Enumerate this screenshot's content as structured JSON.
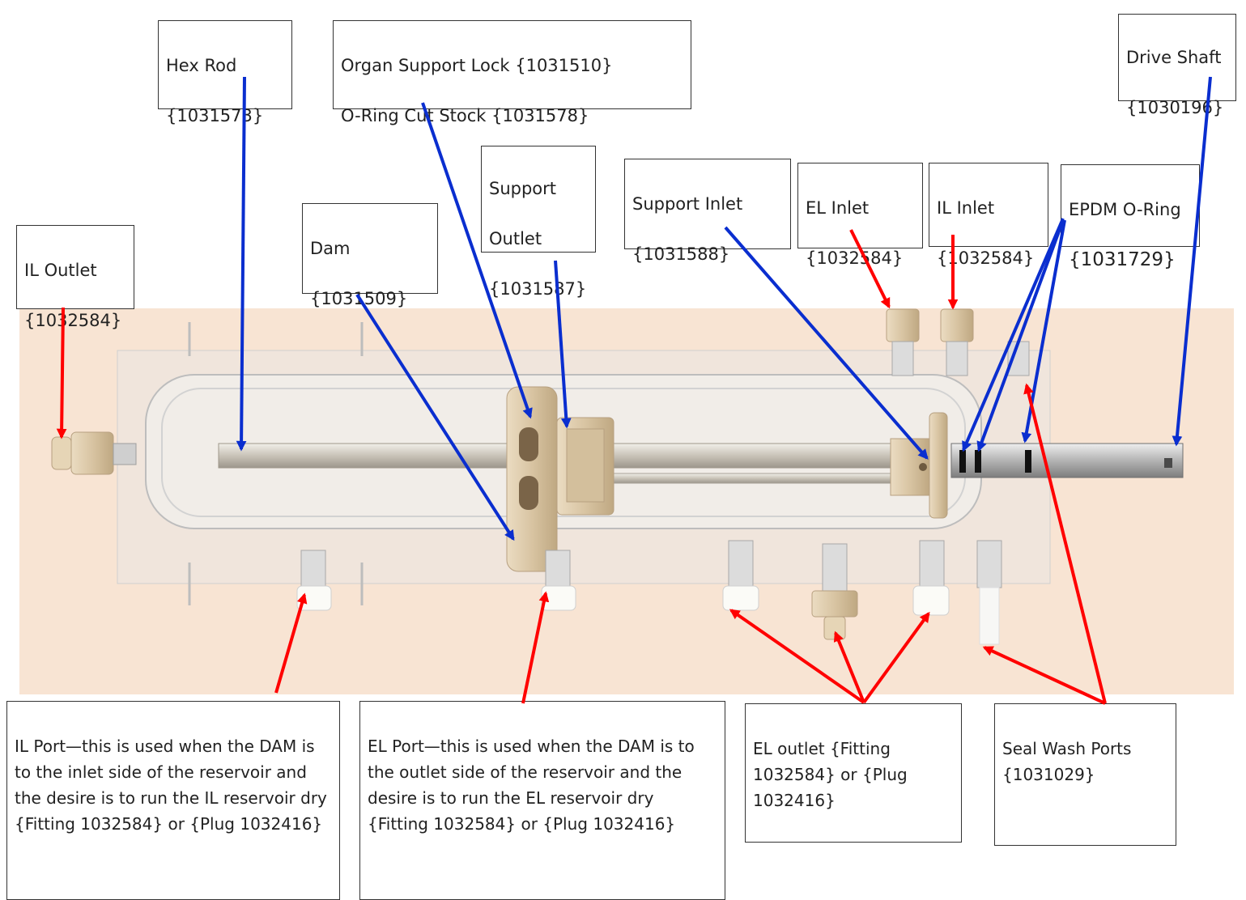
{
  "colors": {
    "background": "#f8e4d3",
    "red_arrow": "#ff0000",
    "blue_arrow": "#0a2ecf"
  },
  "labels": {
    "hex_rod": {
      "name": "Hex Rod",
      "part": "{1031573}"
    },
    "organ_support": {
      "line1": "Organ Support Lock {1031510}",
      "line2": "O-Ring Cut Stock {1031578}"
    },
    "drive_shaft": {
      "name": "Drive Shaft",
      "part": "{1030196}"
    },
    "support_outlet": {
      "line1": "Support",
      "line2": "Outlet",
      "part": "{1031587}"
    },
    "support_inlet": {
      "name": "Support Inlet",
      "part": "{1031588}"
    },
    "el_inlet": {
      "name": "EL Inlet",
      "part": "{1032584}"
    },
    "il_inlet": {
      "name": "IL Inlet",
      "part": "{1032584}"
    },
    "epdm": {
      "name": "EPDM O-Ring",
      "part": "{1031729}"
    },
    "dam": {
      "name": "Dam",
      "part": "{1031509}"
    },
    "il_outlet": {
      "name": "IL Outlet",
      "part": "{1032584}"
    },
    "il_port": "IL Port—this is used when the DAM is to the inlet side of the reservoir and the desire is to run the IL reservoir dry {Fitting 1032584} or {Plug 1032416}",
    "el_port": "EL Port—this is used when the DAM is to the outlet side of the reservoir and the desire is to run the EL reservoir dry {Fitting 1032584} or {Plug 1032416}",
    "el_outlet": "EL outlet {Fitting 1032584} or {Plug 1032416}",
    "seal_wash": "Seal Wash Ports {1031029}"
  }
}
